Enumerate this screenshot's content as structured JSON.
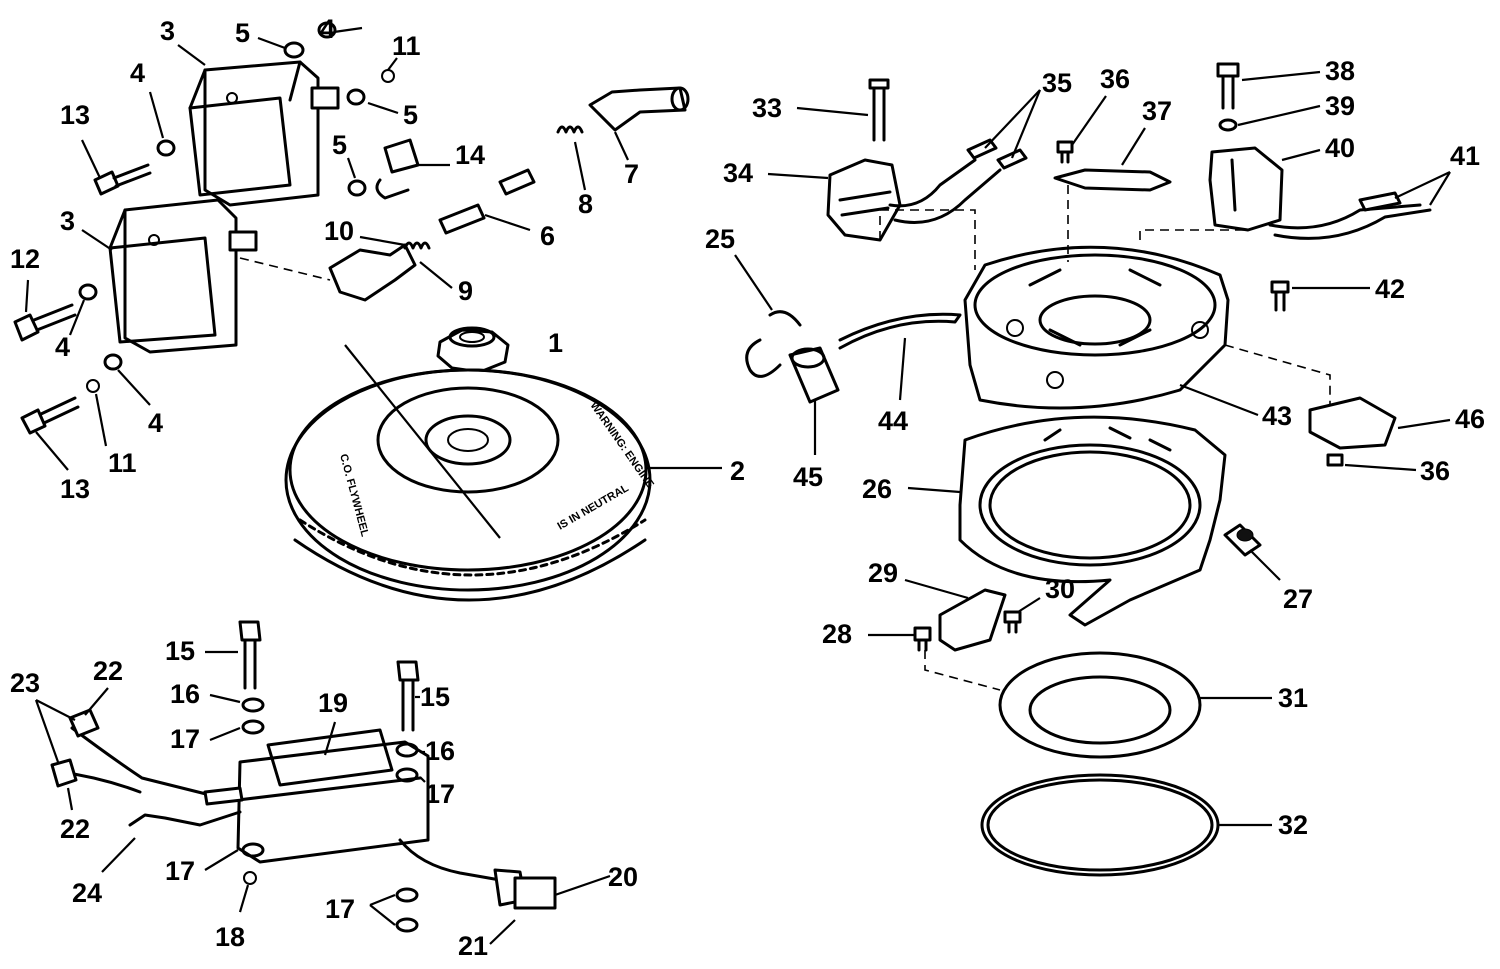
{
  "callouts": [
    {
      "num": "1"
    },
    {
      "num": "2"
    },
    {
      "num": "3"
    },
    {
      "num": "3"
    },
    {
      "num": "4"
    },
    {
      "num": "4"
    },
    {
      "num": "4"
    },
    {
      "num": "4"
    },
    {
      "num": "5"
    },
    {
      "num": "5"
    },
    {
      "num": "5"
    },
    {
      "num": "6"
    },
    {
      "num": "7"
    },
    {
      "num": "8"
    },
    {
      "num": "9"
    },
    {
      "num": "10"
    },
    {
      "num": "11"
    },
    {
      "num": "11"
    },
    {
      "num": "12"
    },
    {
      "num": "13"
    },
    {
      "num": "13"
    },
    {
      "num": "14"
    },
    {
      "num": "15"
    },
    {
      "num": "15"
    },
    {
      "num": "16"
    },
    {
      "num": "16"
    },
    {
      "num": "17"
    },
    {
      "num": "17"
    },
    {
      "num": "17"
    },
    {
      "num": "17"
    },
    {
      "num": "18"
    },
    {
      "num": "19"
    },
    {
      "num": "20"
    },
    {
      "num": "21"
    },
    {
      "num": "22"
    },
    {
      "num": "22"
    },
    {
      "num": "23"
    },
    {
      "num": "24"
    },
    {
      "num": "25"
    },
    {
      "num": "26"
    },
    {
      "num": "27"
    },
    {
      "num": "28"
    },
    {
      "num": "29"
    },
    {
      "num": "30"
    },
    {
      "num": "31"
    },
    {
      "num": "32"
    },
    {
      "num": "33"
    },
    {
      "num": "34"
    },
    {
      "num": "35"
    },
    {
      "num": "36"
    },
    {
      "num": "36"
    },
    {
      "num": "37"
    },
    {
      "num": "38"
    },
    {
      "num": "39"
    },
    {
      "num": "40"
    },
    {
      "num": "41"
    },
    {
      "num": "42"
    },
    {
      "num": "43"
    },
    {
      "num": "44"
    },
    {
      "num": "45"
    },
    {
      "num": "46"
    }
  ],
  "flywheel_labels": {
    "name": "C.O. FLYWHEEL",
    "warning_line1": "WARNING: ENGINE",
    "warning_line2": "IS IN NEUTRAL"
  }
}
